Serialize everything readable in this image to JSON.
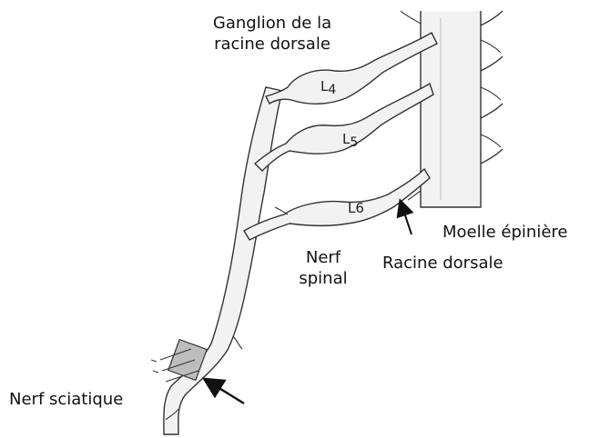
{
  "colors": {
    "nerve_fill": "#f2f2f2",
    "nerve_stroke": "#333333",
    "text": "#111111"
  },
  "labels": {
    "ganglion_line1": "Ganglion de la",
    "ganglion_line2": "racine dorsale",
    "moelle": "Moelle épinière",
    "racine_dorsale": "Racine dorsale",
    "nerf_spinal_line1": "Nerf",
    "nerf_spinal_line2": "spinal",
    "nerf_sciatique": "Nerf sciatique"
  },
  "segments": {
    "l4": {
      "letter": "L",
      "num": "4"
    },
    "l5": {
      "letter": "L",
      "num": "5"
    },
    "l6": {
      "letter": "L",
      "num": "6"
    }
  }
}
